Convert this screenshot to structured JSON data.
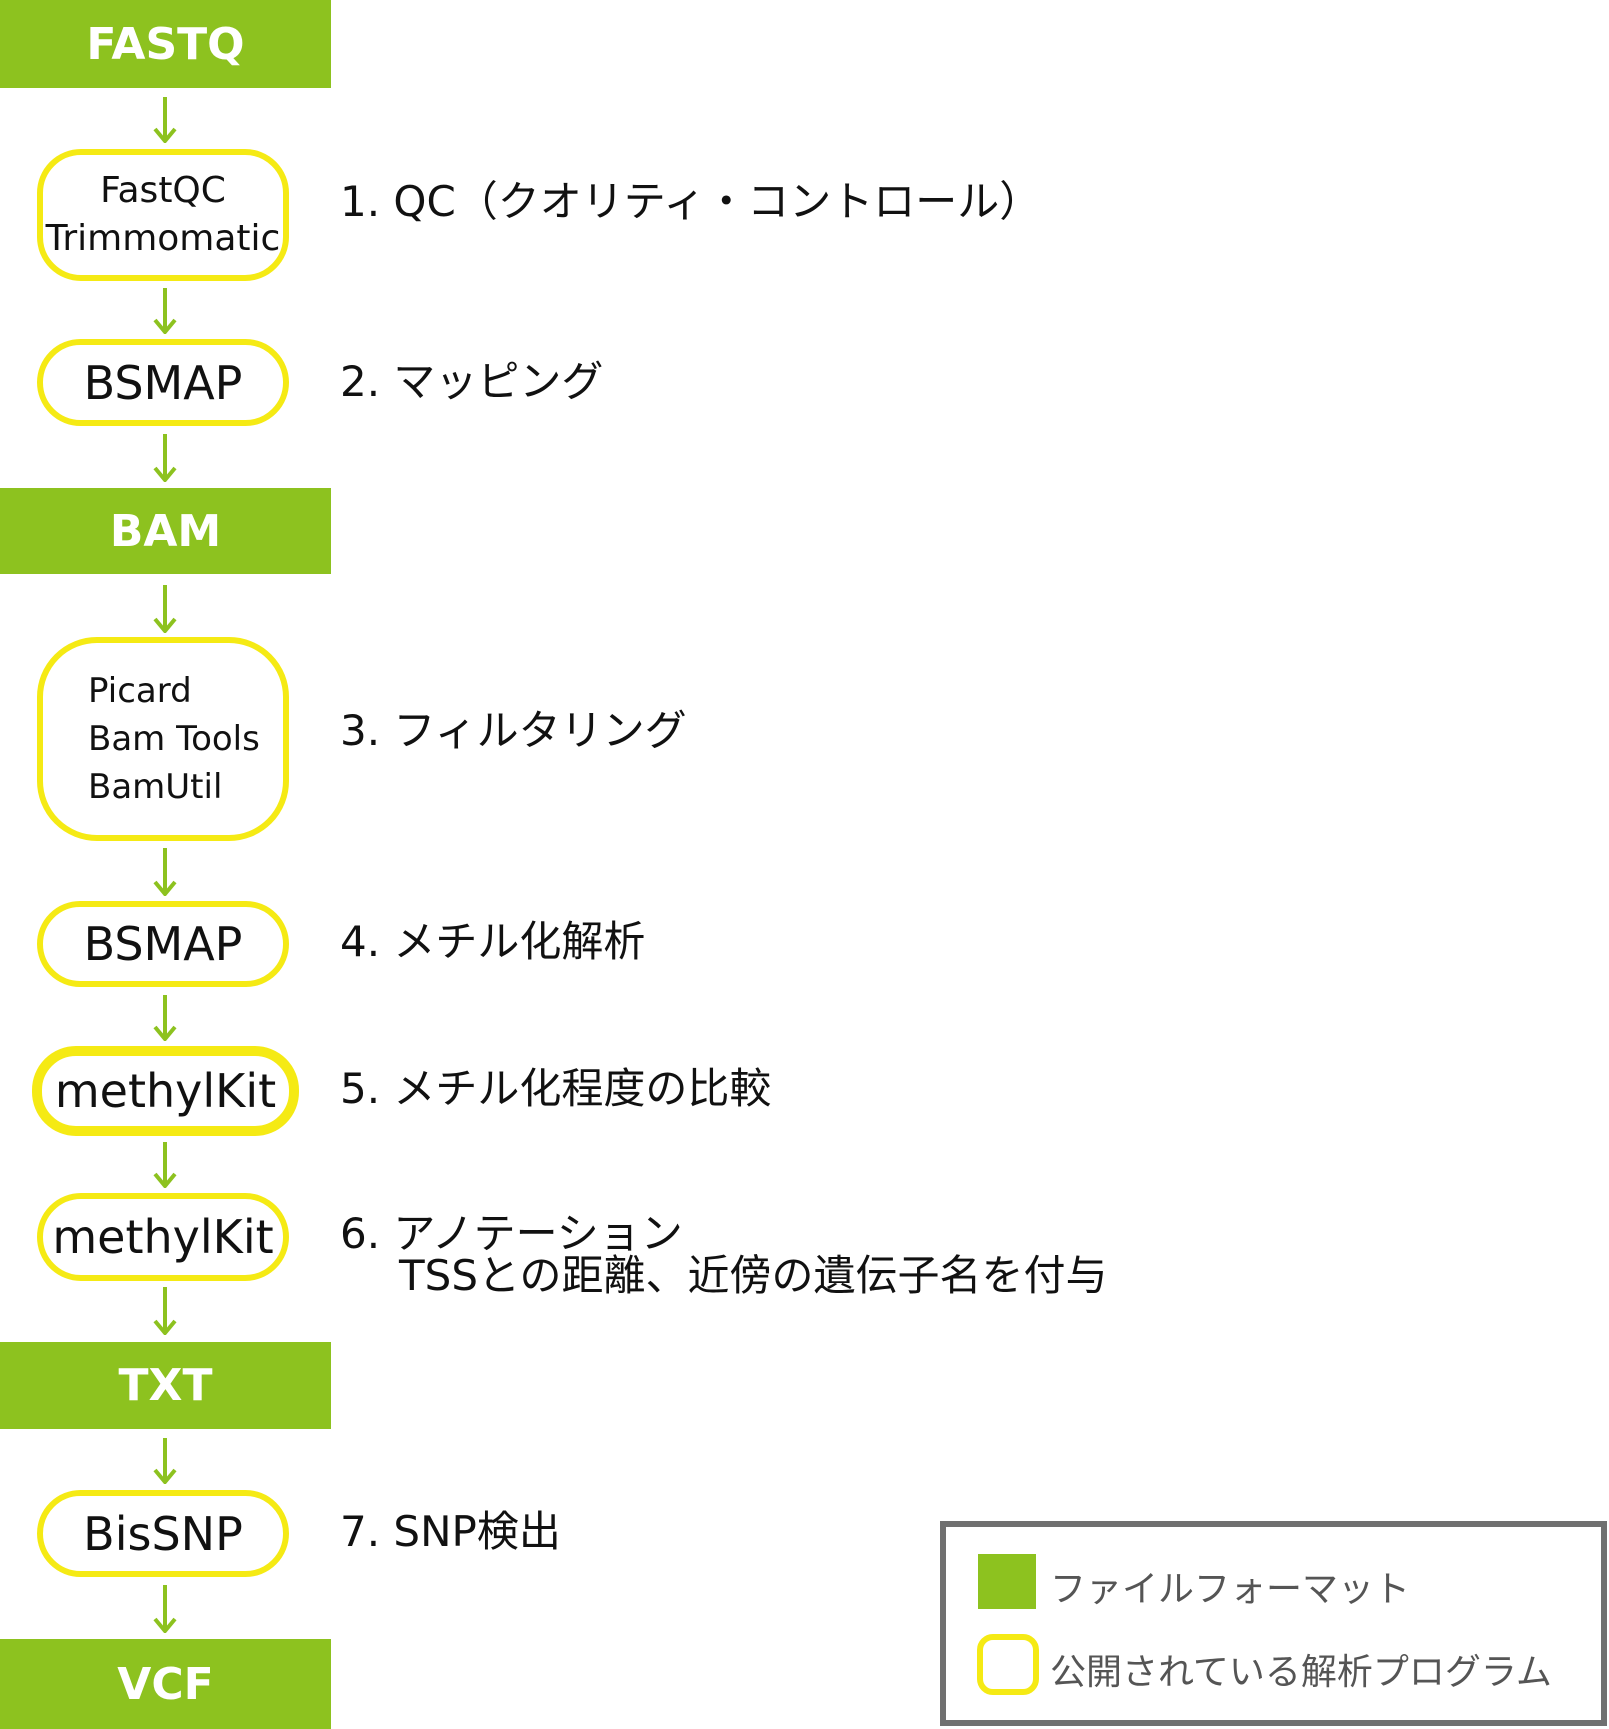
{
  "colors": {
    "format": "#8dc21f",
    "program": "#f5ea14",
    "legend_border": "#707070"
  },
  "formats": {
    "fastq": "FASTQ",
    "bam": "BAM",
    "txt": "TXT",
    "vcf": "VCF"
  },
  "programs": {
    "qc": [
      "FastQC",
      "Trimmomatic"
    ],
    "mapping": "BSMAP",
    "filter": [
      "Picard",
      "Bam Tools",
      "BamUtil"
    ],
    "methylation": "BSMAP",
    "compare": "methylKit",
    "annotation": "methylKit",
    "snp": "BisSNP"
  },
  "steps": {
    "s1": "1. QC（クオリティ・コントロール）",
    "s2": "2. マッピング",
    "s3": "3. フィルタリング",
    "s4": "4. メチル化解析",
    "s5": "5. メチル化程度の比較",
    "s6": "6. アノテーション",
    "s6_detail": "TSSとの距離、近傍の遺伝子名を付与",
    "s7": "7. SNP検出"
  },
  "legend": {
    "format": "ファイルフォーマット",
    "program": "公開されている解析プログラム"
  }
}
